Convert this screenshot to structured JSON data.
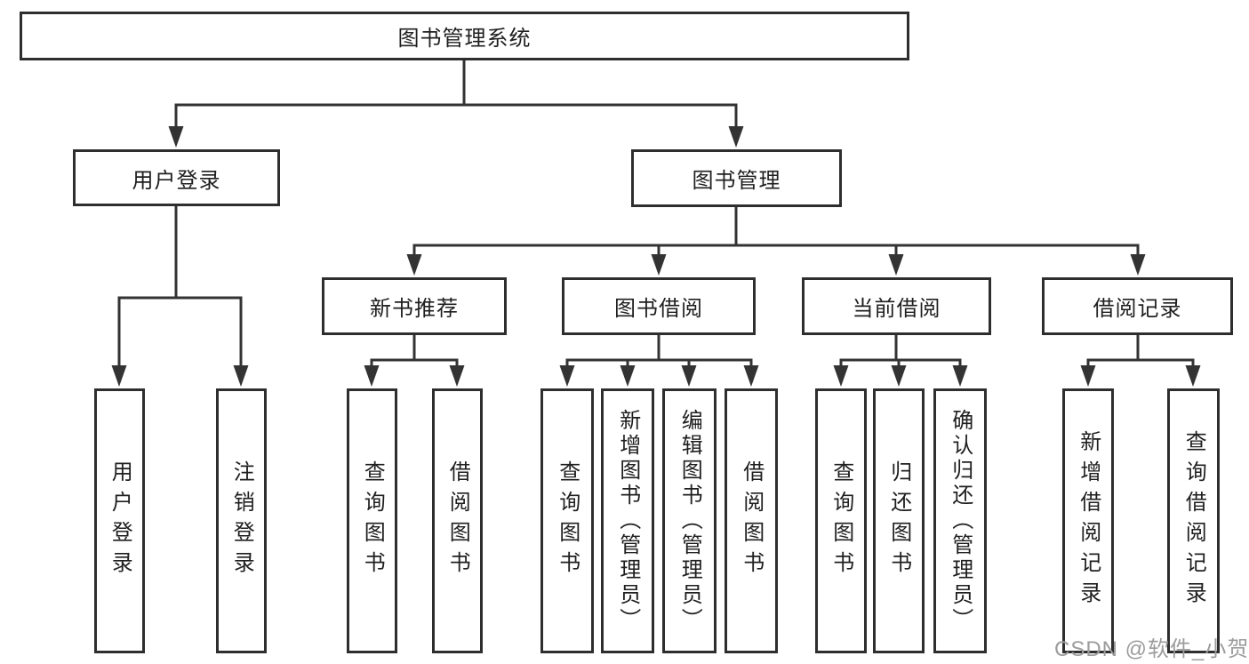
{
  "tree": {
    "root": {
      "label": "图书管理系统",
      "children": [
        {
          "label": "用户登录",
          "children": [
            {
              "label": "用户登录"
            },
            {
              "label": "注销登录"
            }
          ]
        },
        {
          "label": "图书管理",
          "children": [
            {
              "label": "新书推荐",
              "children": [
                {
                  "label": "查询图书"
                },
                {
                  "label": "借阅图书"
                }
              ]
            },
            {
              "label": "图书借阅",
              "children": [
                {
                  "label": "查询图书"
                },
                {
                  "label": "新增图书（管理员）"
                },
                {
                  "label": "编辑图书（管理员）"
                },
                {
                  "label": "借阅图书"
                }
              ]
            },
            {
              "label": "当前借阅",
              "children": [
                {
                  "label": "查询图书"
                },
                {
                  "label": "归还图书"
                },
                {
                  "label": "确认归还（管理员）"
                }
              ]
            },
            {
              "label": "借阅记录",
              "children": [
                {
                  "label": "新增借阅记录"
                },
                {
                  "label": "查询借阅记录"
                }
              ]
            }
          ]
        }
      ]
    }
  },
  "watermark": {
    "text": "CSDN @软件_小贺同学"
  },
  "colors": {
    "line": "#333333",
    "border": "#2e2e2e",
    "text": "#1f1f1f",
    "watermark": "#9c9c9c"
  }
}
